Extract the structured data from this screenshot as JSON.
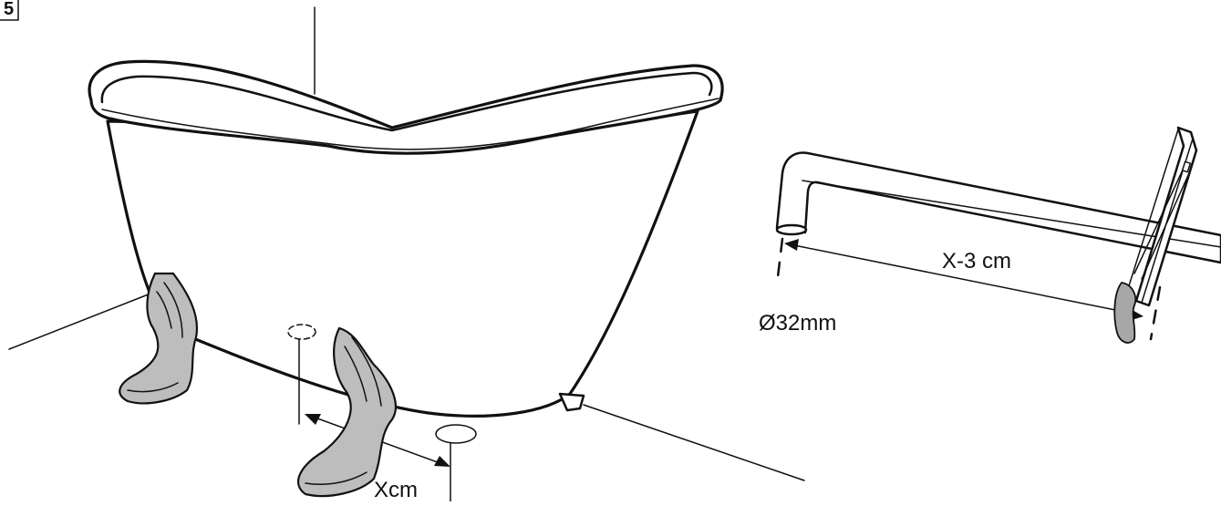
{
  "step_number": "5",
  "labels": {
    "drain_distance": "Xcm",
    "cut_length": "X-3 cm",
    "pipe_diameter": "Ø32mm"
  },
  "colors": {
    "ink": "#111111",
    "foot_fill": "#bdbdbd",
    "saw_grip": "#a7a7a7",
    "background": "#ffffff"
  }
}
